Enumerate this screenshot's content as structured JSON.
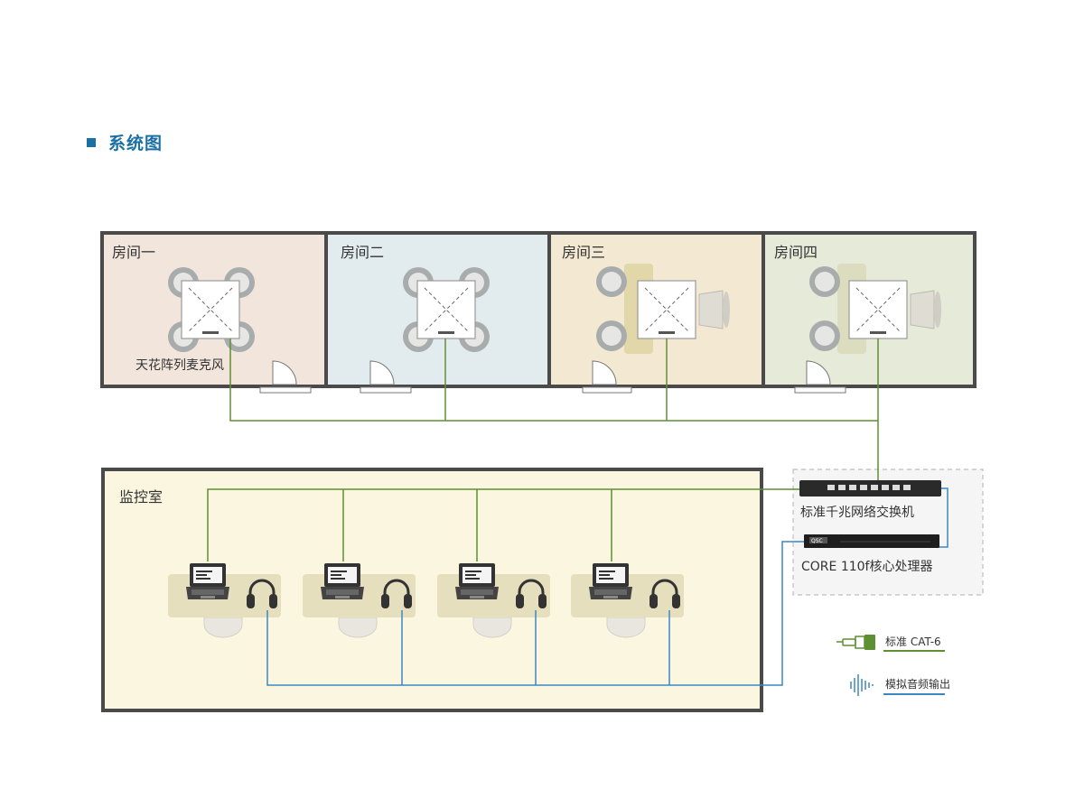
{
  "section_title": "系统图",
  "rooms": [
    {
      "label": "房间一",
      "layout": "round-table",
      "fill": "#f2e5dc"
    },
    {
      "label": "房间二",
      "layout": "round-table",
      "fill": "#e2ebee"
    },
    {
      "label": "房间三",
      "layout": "interview",
      "fill": "#f3e8d1"
    },
    {
      "label": "房间四",
      "layout": "interview",
      "fill": "#e5ead9"
    }
  ],
  "mic_caption": "天花阵列麦克风",
  "monitor_room": {
    "label": "监控室",
    "fill": "#fbf6df",
    "workstation_count": 4
  },
  "devices": {
    "switch_label": "标准千兆网络交换机",
    "processor_label": "CORE 110f核心处理器",
    "processor_logo": "QSC"
  },
  "legend": [
    {
      "label": "标准 CAT-6",
      "color": "#5e8f33",
      "icon": "rj45-connector-icon"
    },
    {
      "label": "模拟音频输出",
      "color": "#3d87c4",
      "icon": "audio-wave-icon"
    }
  ],
  "colors": {
    "accent": "#1a6fa5",
    "wall": "#4a4a4a",
    "cat6": "#5e8f33",
    "audio": "#3d87c4"
  }
}
